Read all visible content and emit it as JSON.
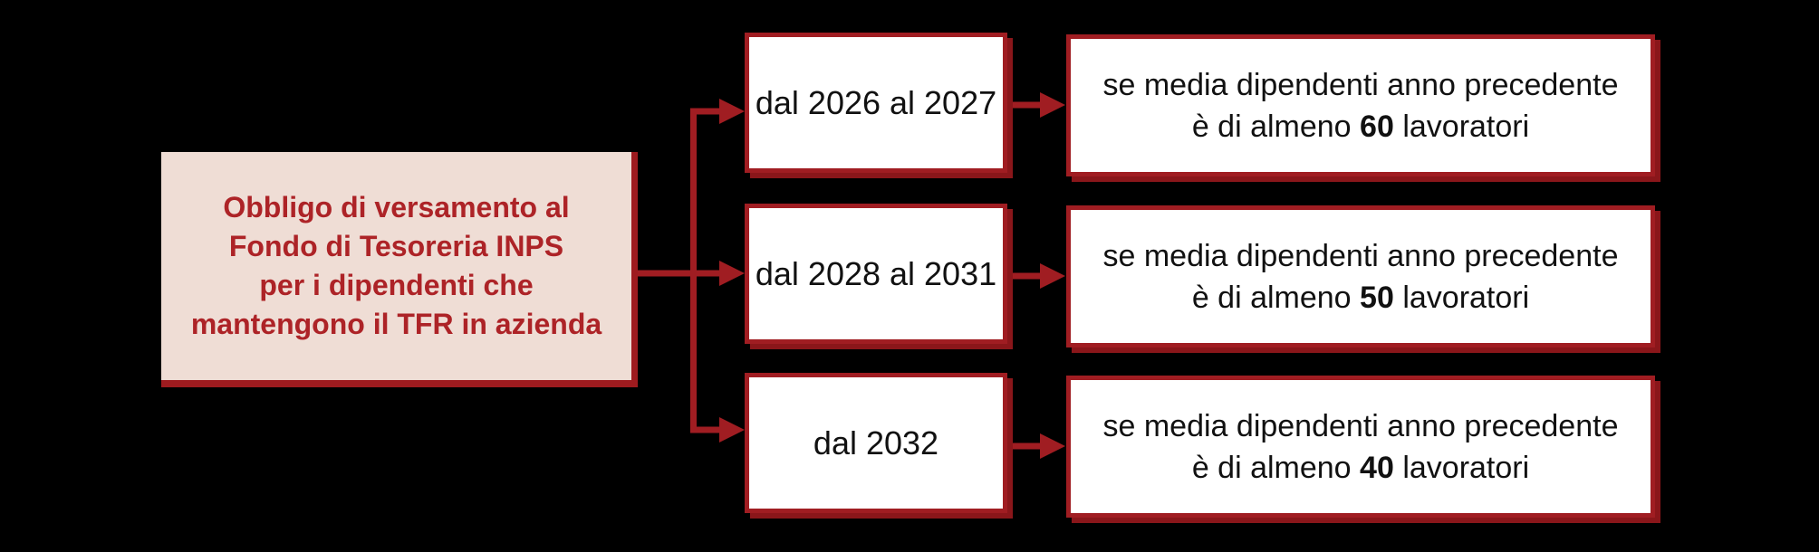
{
  "diagram": {
    "colors": {
      "background": "#000000",
      "accent_red": "#a01d22",
      "shadow_red": "#8a161a",
      "root_fill": "#efddd5",
      "root_text": "#ad2327",
      "box_fill": "#ffffff",
      "box_text": "#111111"
    },
    "root_box": {
      "lines": [
        "Obbligo di versamento al",
        "Fondo di Tesoreria INPS",
        "per i dipendenti che",
        "mantengono il TFR in azienda"
      ]
    },
    "branches": [
      {
        "period": "dal 2026 al 2027",
        "condition_line1": "se media dipendenti anno precedente",
        "condition_before": "è di almeno",
        "threshold": "60",
        "condition_after": "lavoratori"
      },
      {
        "period": "dal 2028 al 2031",
        "condition_line1": "se media dipendenti anno precedente",
        "condition_before": "è di almeno",
        "threshold": "50",
        "condition_after": "lavoratori"
      },
      {
        "period": "dal 2032",
        "condition_line1": "se media dipendenti anno precedente",
        "condition_before": "è di almeno",
        "threshold": "40",
        "condition_after": "lavoratori"
      }
    ]
  }
}
